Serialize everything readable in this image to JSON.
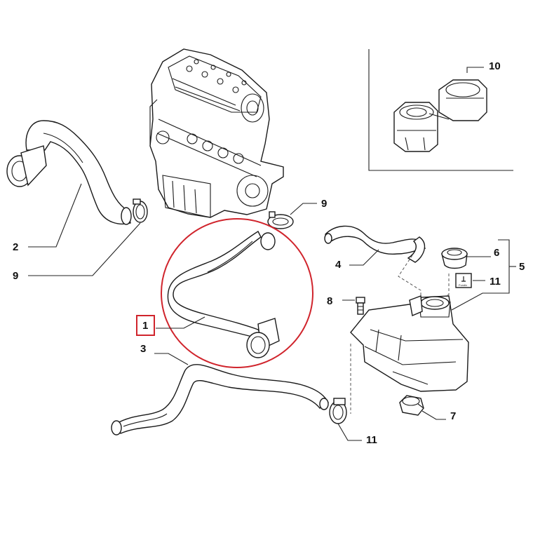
{
  "callouts": {
    "c1": "1",
    "c2": "2",
    "c3": "3",
    "c4": "4",
    "c5": "5",
    "c6": "6",
    "c7": "7",
    "c8": "8",
    "c9a": "9",
    "c9b": "9",
    "c10": "10",
    "c11a": "11",
    "c11b": "11"
  },
  "highlight_color": "#d0242c",
  "cap_label": "Fundix"
}
